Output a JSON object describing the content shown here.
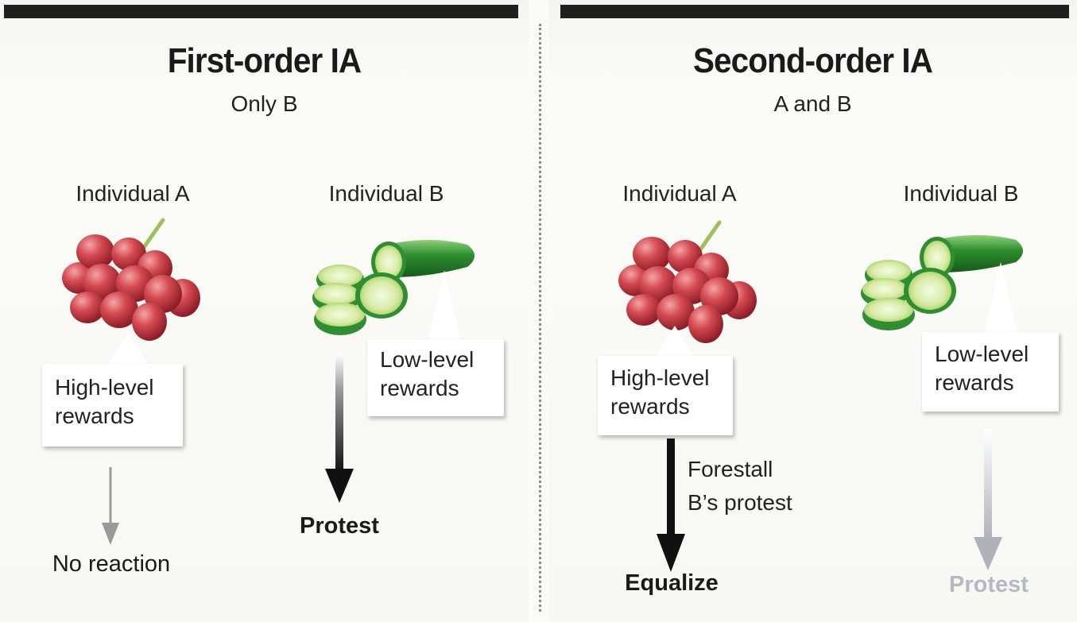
{
  "panels": [
    {
      "title": "First-order IA",
      "subtitle": "Only B",
      "individual_a": {
        "label": "Individual A",
        "image": "red-grapes-icon",
        "reward": "High-level rewards",
        "reward_lines": [
          "High-level",
          "rewards"
        ],
        "outcome": "No reaction"
      },
      "individual_b": {
        "label": "Individual B",
        "image": "cucumber-slices-icon",
        "reward": "Low-level rewards",
        "reward_lines": [
          "Low-level",
          "rewards"
        ],
        "outcome": "Protest"
      }
    },
    {
      "title": "Second-order IA",
      "subtitle": "A and B",
      "individual_a": {
        "label": "Individual A",
        "image": "red-grapes-icon",
        "reward": "High-level rewards",
        "reward_lines": [
          "High-level",
          "rewards"
        ],
        "note_lines": [
          "Forestall",
          "B’s protest"
        ],
        "outcome": "Equalize"
      },
      "individual_b": {
        "label": "Individual B",
        "image": "cucumber-slices-icon",
        "reward": "Low-level rewards",
        "reward_lines": [
          "Low-level",
          "rewards"
        ],
        "outcome": "Protest"
      }
    }
  ],
  "colors": {
    "top_bar": "#1f1f1f",
    "arrow_dark": "#111111",
    "arrow_gray": "#9a9a9a",
    "arrow_light": "#c4c6cc",
    "grape": "#c83d44",
    "cucumber_skin": "#2d8a2e",
    "cucumber_flesh": "#dff0b0",
    "muted_text": "#b6b9bf"
  }
}
